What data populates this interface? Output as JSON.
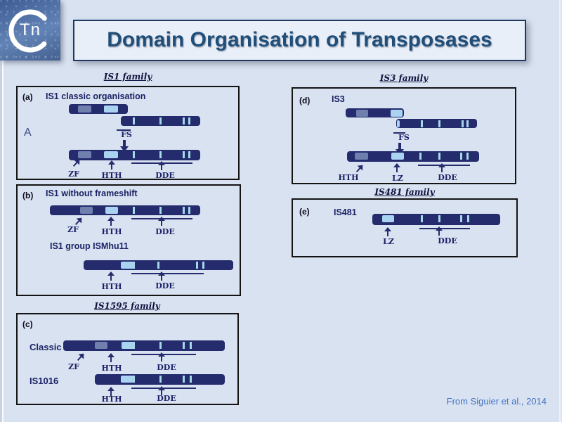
{
  "slide": {
    "logo_text": "Tn",
    "title": "Domain Organisation of Transposases",
    "attribution": "From Siguier et al., 2014"
  },
  "labels": {
    "zf": "ZF",
    "hth": "HTH",
    "dde": "DDE",
    "fs": "FS",
    "lz": "LZ"
  },
  "panels": {
    "a": {
      "family": "IS1 family",
      "tag": "(a)",
      "heading": "IS1 classic organisation",
      "side_label": "A"
    },
    "b": {
      "tag": "(b)",
      "heading_top": "IS1 without frameshift",
      "heading_bottom": "IS1 group ISMhu11"
    },
    "c": {
      "family": "IS1595 family",
      "tag": "(c)",
      "row_top": "Classic",
      "row_bottom": "IS1016"
    },
    "d": {
      "family": "IS3 family",
      "tag": "(d)",
      "heading": "IS3"
    },
    "e": {
      "family": "IS481 family",
      "tag": "(e)",
      "heading": "IS481"
    }
  },
  "colors": {
    "background": "#d8e2f0",
    "bar_navy": "#252c6e",
    "zf_segment": "#6f7fae",
    "hth_segment": "#a9d3f1",
    "stripe": "#a6d8e8",
    "panel_border": "#141414",
    "title_text": "#1f4e79",
    "attribution_text": "#4472c4"
  }
}
